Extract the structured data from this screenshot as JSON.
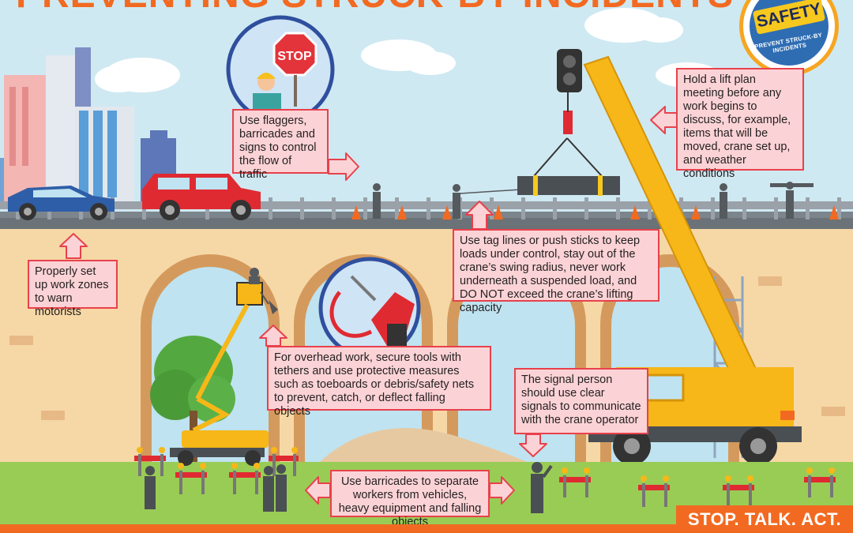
{
  "title": "PREVENTING STRUCK-BY INCIDENTS",
  "badge": {
    "safety_text": "SAFETY",
    "subtitle": "PREVENT STRUCK-BY INCIDENTS"
  },
  "stop_sign_text": "STOP",
  "callouts": {
    "flaggers": "Use flaggers, barricades and signs to control the flow of traffic",
    "lift_plan": "Hold a lift plan meeting before any work begins to discuss, for example, items that will be moved, crane set up, and weather conditions",
    "work_zones": "Properly set up work zones to warn motorists",
    "tag_lines": "Use tag lines or push sticks to keep loads under control, stay out of the crane’s swing radius, never work underneath a suspended load, and DO NOT exceed the crane’s lifting capacity",
    "overhead": "For overhead work, secure tools with tethers and use protective measures such as toeboards or debris/safety nets to prevent, catch, or deflect falling objects",
    "signal_person": "The signal person should use clear signals to communicate with the crane operator",
    "barricades": "Use barricades to separate workers from vehicles, heavy equipment and falling objects"
  },
  "footer": {
    "slogan": "STOP. TALK. ACT."
  },
  "colors": {
    "sky": "#cfe9f2",
    "bridge": "#f6d8a6",
    "grass": "#99cc55",
    "orange_accent": "#f26a21",
    "callout_bg": "#fbd3d6",
    "callout_border": "#e8414c",
    "crane_yellow": "#f7b718",
    "badge_blue": "#2f6db3"
  },
  "icons": [
    "stop-sign-icon",
    "flagger-icon",
    "tethered-drill-icon",
    "crane-icon",
    "car-icon",
    "suv-icon",
    "traffic-cone-icon",
    "barricade-icon",
    "worker-silhouette-icon",
    "arrow-icon"
  ]
}
